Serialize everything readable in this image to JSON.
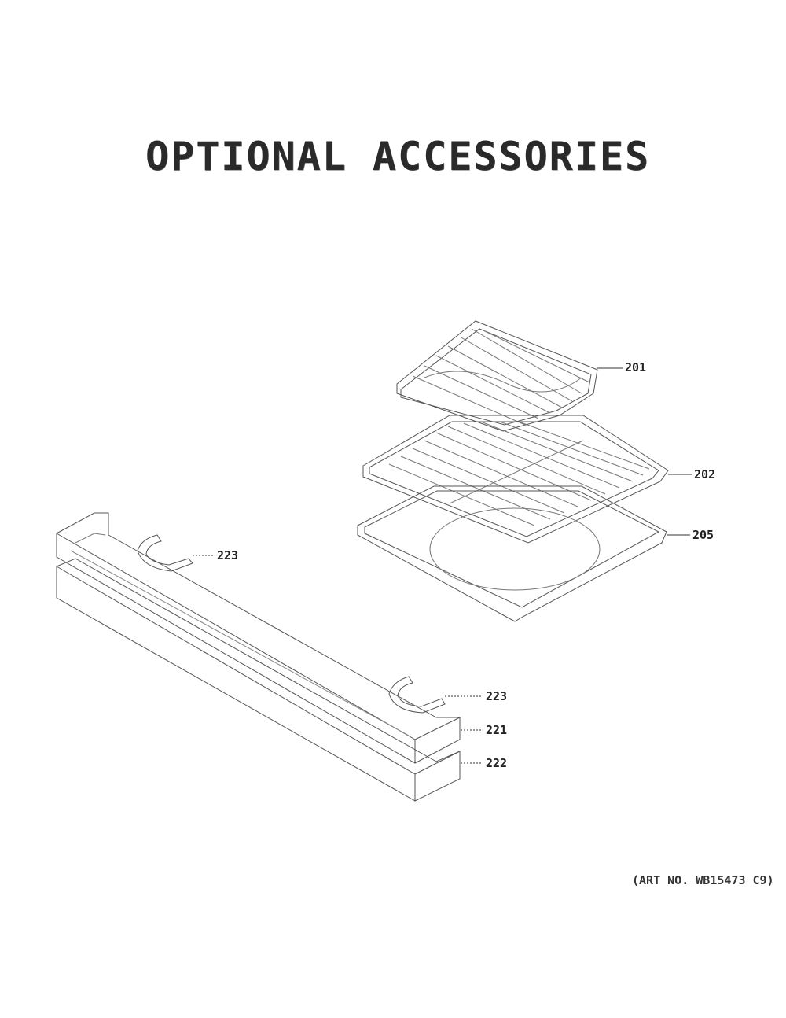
{
  "title": "OPTIONAL ACCESSORIES",
  "art_no": "(ART NO. WB15473 C9)",
  "callouts": {
    "c201": "201",
    "c202": "202",
    "c205": "205",
    "c223a": "223",
    "c223b": "223",
    "c221": "221",
    "c222": "222"
  },
  "colors": {
    "line": "#555555",
    "text": "#222222"
  }
}
